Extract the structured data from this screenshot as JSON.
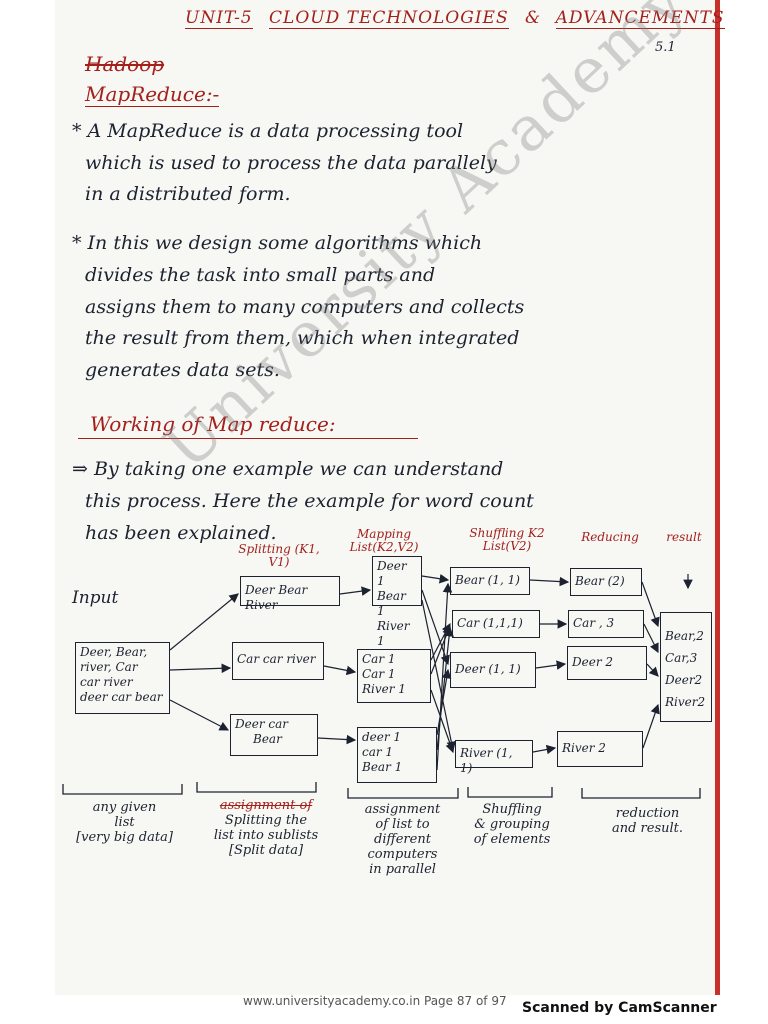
{
  "header": {
    "unit": "UNIT-5",
    "title1": "CLOUD TECHNOLOGIES",
    "amp": "&",
    "title2": "ADVANCEMENTS",
    "page_no": "5.1"
  },
  "headings": {
    "hadoop": "Hadoop",
    "mapreduce": "MapReduce:-"
  },
  "para1": [
    "* A MapReduce is a data processing tool",
    "which is used to process the data parallely",
    "in a distributed form."
  ],
  "para2": [
    "* In this we design some algorithms which",
    "divides the task into small parts and",
    "assigns them to many computers and collects",
    "the result from them, which when integrated",
    "generates data sets."
  ],
  "working": {
    "heading": "Working of Map reduce:",
    "lines": [
      "⇒ By taking one example we can understand",
      "this process. Here the example for word count",
      "has been explained."
    ]
  },
  "diagram": {
    "stage_labels": {
      "splitting": "Splitting (K1, V1)",
      "mapping": "Mapping List(K2,V2)",
      "shuffling": "Shuffling K2 List(V2)",
      "reducing": "Reducing",
      "result": "result"
    },
    "input_label": "Input",
    "input_box": [
      "Deer, Bear,",
      "river, Car",
      "car river",
      "deer car bear"
    ],
    "split_boxes": [
      [
        "Deer Bear River"
      ],
      [
        "Car car river"
      ],
      [
        "Deer car",
        "Bear"
      ]
    ],
    "map_boxes": [
      [
        "Deer 1",
        "Bear 1",
        "River 1"
      ],
      [
        "Car 1",
        "Car 1",
        "River 1"
      ],
      [
        "deer 1",
        "car 1",
        "Bear 1"
      ]
    ],
    "shuffle_boxes": [
      "Bear (1, 1)",
      "Car (1,1,1)",
      "Deer (1, 1)",
      "River (1, 1)"
    ],
    "reduce_boxes": [
      "Bear (2)",
      "Car , 3",
      "Deer 2",
      "River 2"
    ],
    "result_box": [
      "Bear,2",
      "Car,3",
      "Deer2",
      "River2"
    ],
    "captions": {
      "input": [
        "any given",
        "list",
        "[very big data]"
      ],
      "split": [
        "assignment of",
        "Splitting the",
        "list into sublists",
        "[Split data]"
      ],
      "map": [
        "assignment",
        "of list to",
        "different",
        "computers",
        "in parallel"
      ],
      "shuffle": [
        "Shuffling",
        "& grouping",
        "of elements"
      ],
      "reduce": [
        "reduction",
        "and result."
      ]
    }
  },
  "watermark": "University Academy",
  "footer": "www.universityacademy.co.in   Page 87 of 97",
  "scanner": "Scanned by CamScanner"
}
